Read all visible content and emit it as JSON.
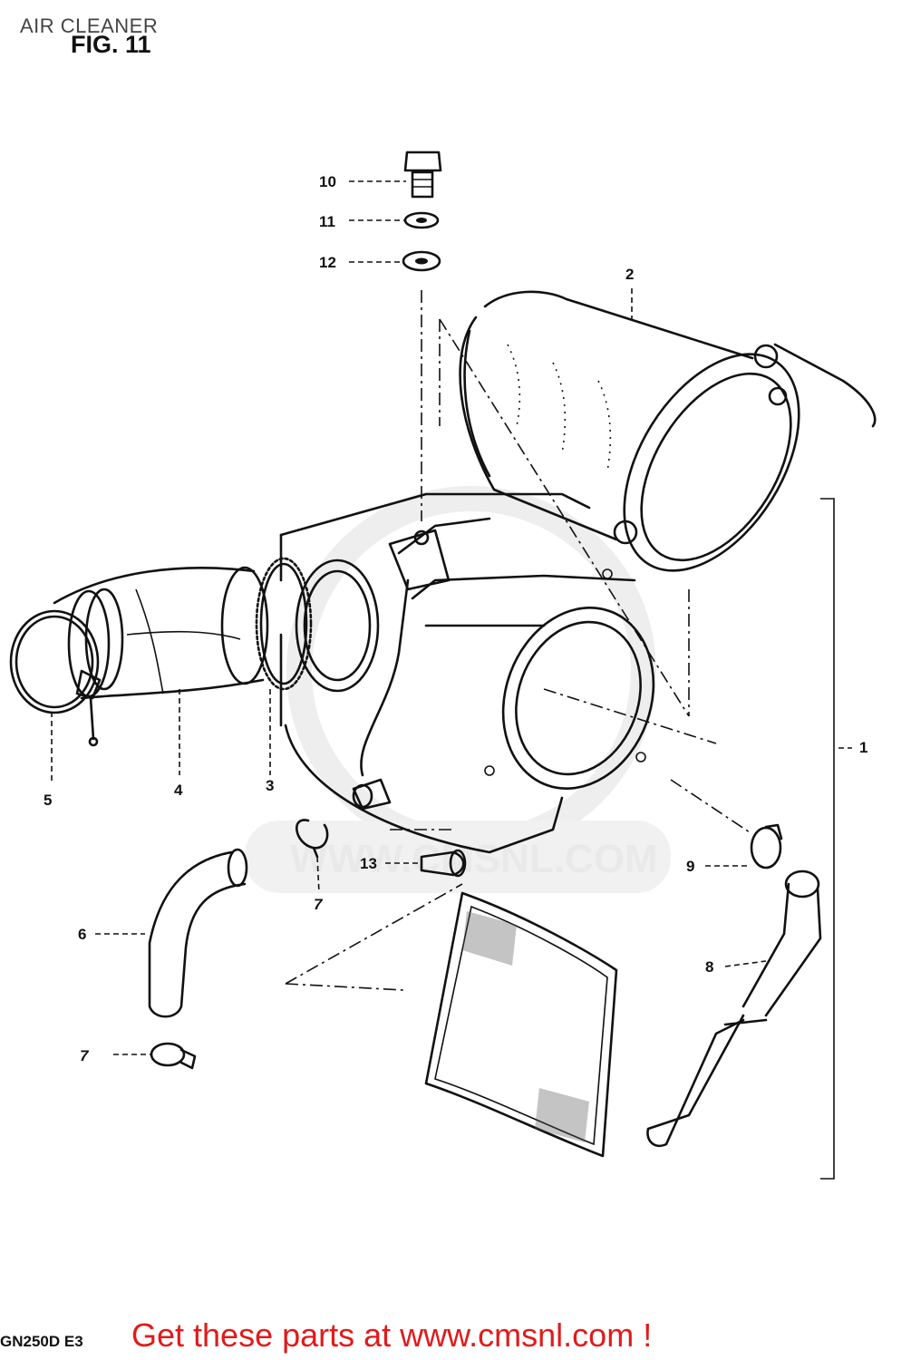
{
  "page_title": "AIR CLEANER",
  "figure_label": "FIG. 11",
  "watermark_text": "WWW.CMSNL.COM",
  "model_code": "GN250D E3",
  "footer_cta": "Get these parts at www.cmsnl.com !",
  "callouts": {
    "p1": "1",
    "p2": "2",
    "p3": "3",
    "p4": "4",
    "p5": "5",
    "p6": "6",
    "p7a": "7",
    "p7b": "7",
    "p8": "8",
    "p9": "9",
    "p10": "10",
    "p11": "11",
    "p12": "12",
    "p13": "13"
  },
  "colors": {
    "footer_cta": "#e01b1b",
    "line_art": "#111111",
    "watermark": "#e9e9e9"
  }
}
